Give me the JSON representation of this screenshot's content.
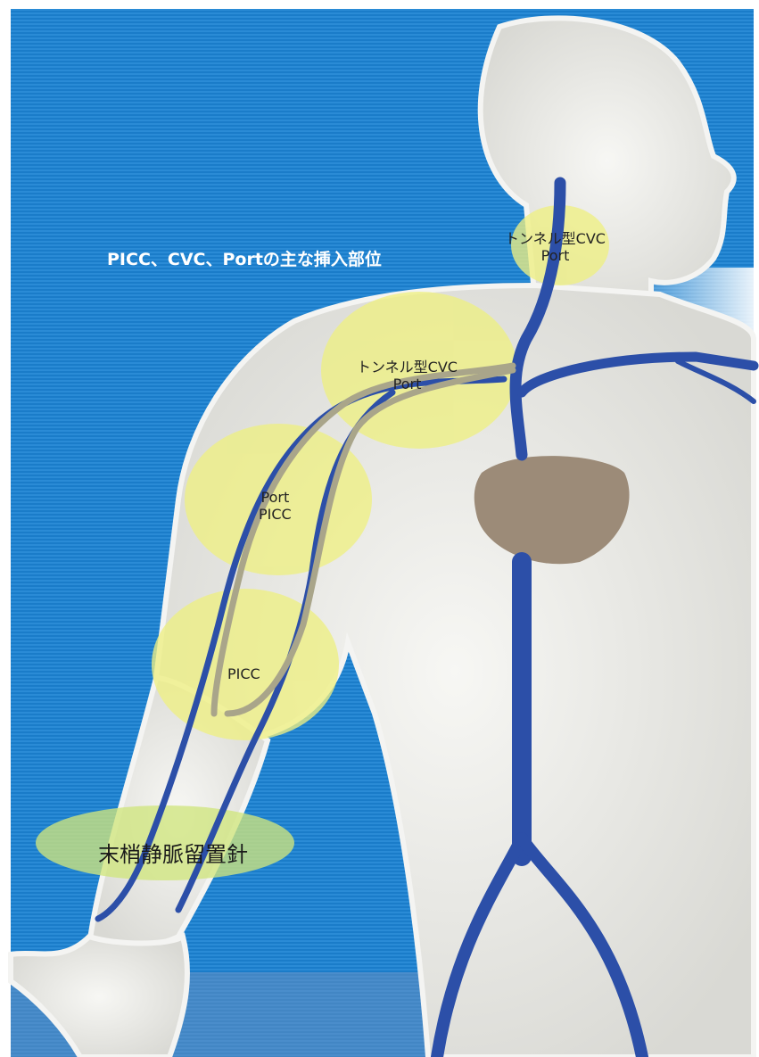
{
  "title": "PICC、CVC、Portの主な挿入部位",
  "sites": {
    "neck": {
      "line1": "トンネル型CVC",
      "line2": "Port"
    },
    "shoulder": {
      "line1": "トンネル型CVC",
      "line2": "Port"
    },
    "upper_arm": {
      "line1": "Port",
      "line2": "PICC"
    },
    "elbow": {
      "line1": "PICC"
    },
    "forearm": {
      "line1": "末梢静脈留置針"
    }
  },
  "colors": {
    "background_blue": "#1e82d0",
    "body": "#e8e8e4",
    "vein": "#2c4fa8",
    "catheter": "#a9a58a",
    "highlight": "#f0f08a",
    "heart": "#9c8b78"
  }
}
